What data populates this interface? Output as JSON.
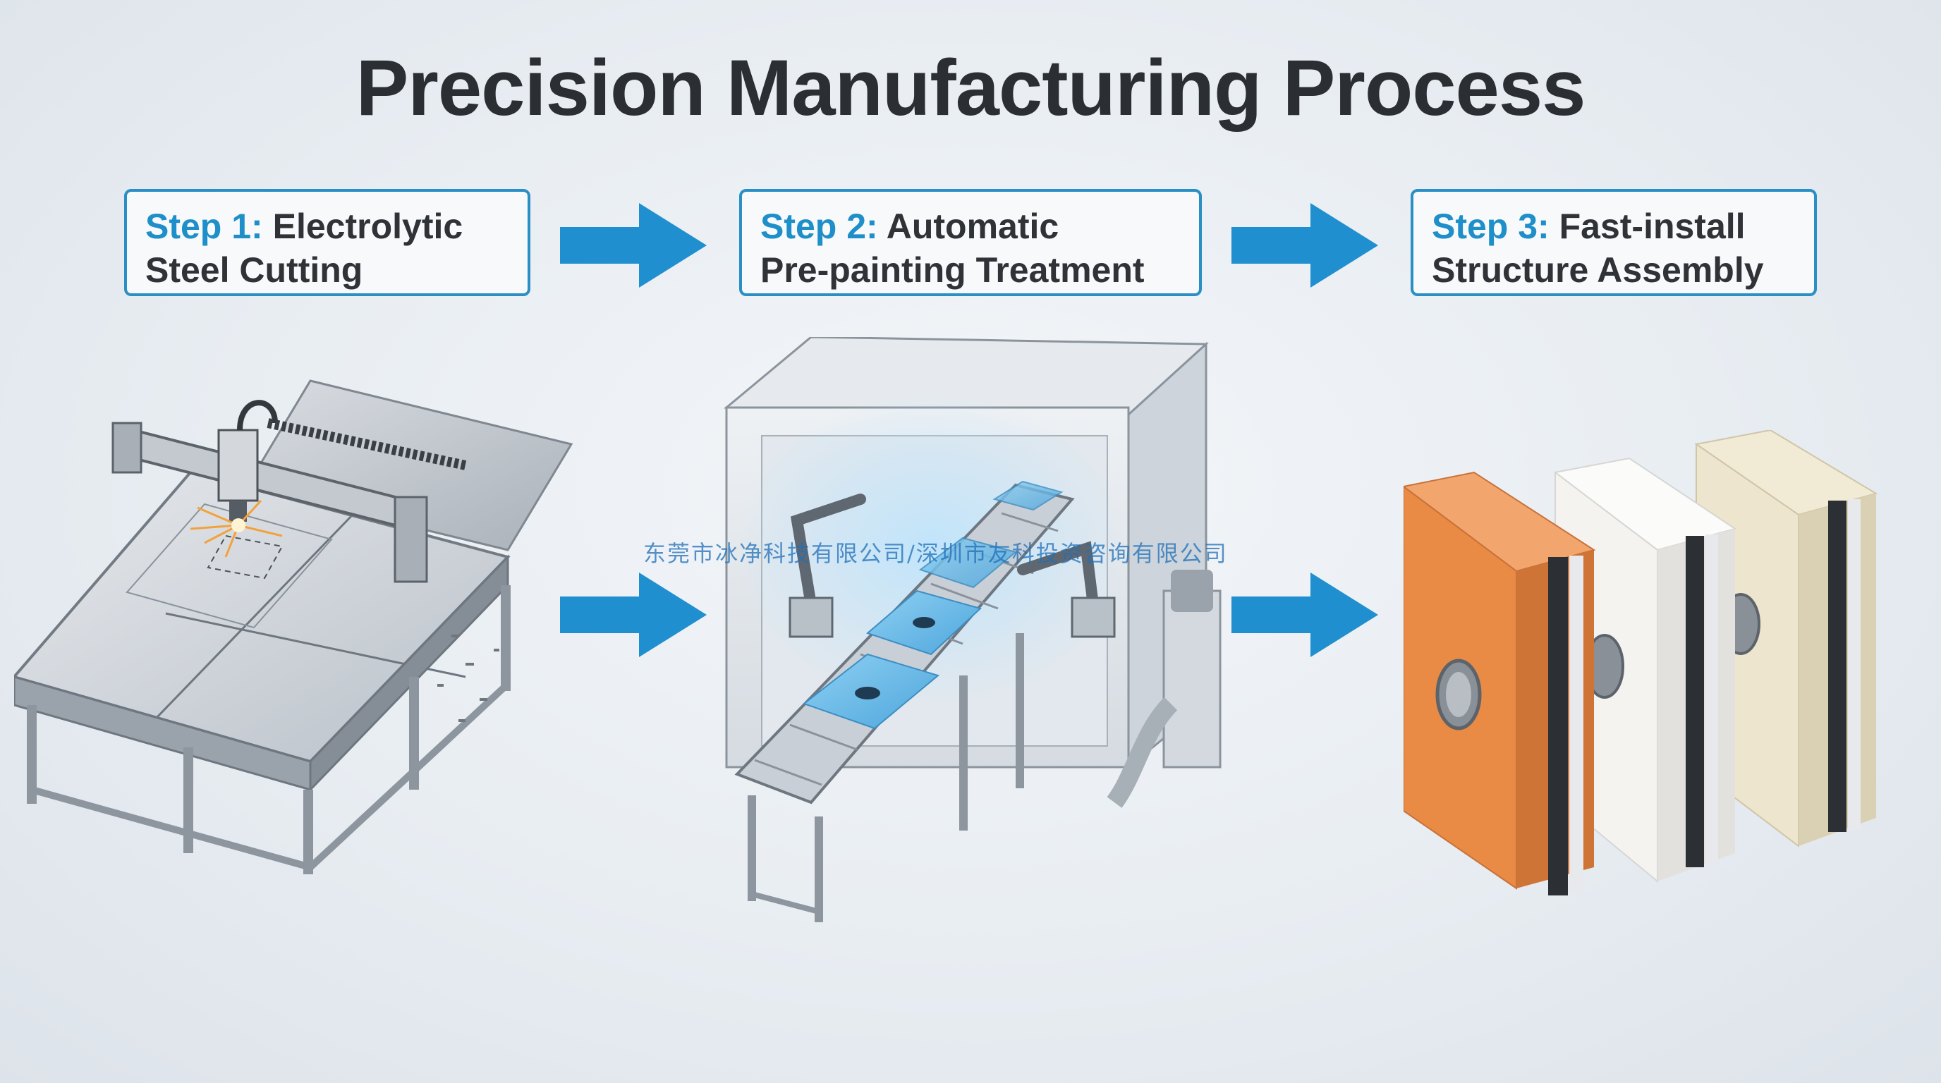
{
  "title": "Precision Manufacturing Process",
  "steps": [
    {
      "num": "Step 1:",
      "line1": "Electrolytic",
      "line2": "Steel Cutting"
    },
    {
      "num": "Step 2:",
      "line1": "Automatic",
      "line2": "Pre-painting Treatment"
    },
    {
      "num": "Step 3:",
      "line1": "Fast-install",
      "line2": "Structure Assembly"
    }
  ],
  "watermark": "东莞市冰净科技有限公司/深圳市友科投资咨询有限公司",
  "colors": {
    "accent": "#1e8fc8",
    "arrow": "#1f8fcf",
    "title": "#2b2e33",
    "panel_orange": "#e98a45",
    "panel_white": "#f4f3f0",
    "panel_cream": "#ece4cc"
  },
  "icons": {
    "cutting": "laser-cutting-machine-icon",
    "painting": "painting-booth-icon",
    "assembly": "sandwich-panels-icon",
    "arrow": "arrow-right-icon"
  }
}
